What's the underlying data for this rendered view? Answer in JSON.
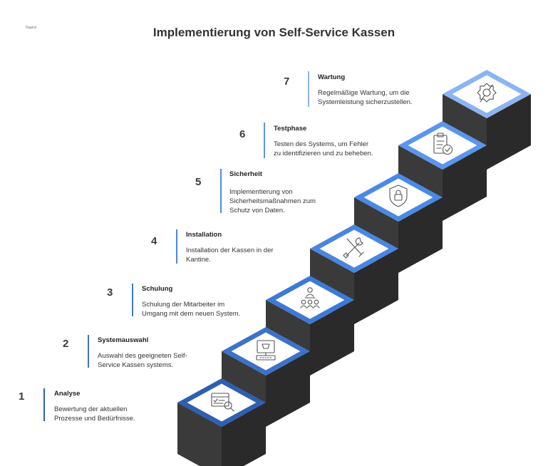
{
  "title": "Implementierung von Self-Service Kassen",
  "logo": "Napkin",
  "steps": [
    {
      "num": "1",
      "title": "Analyse",
      "desc": "Bewertung der aktuellen\nProzesse und Bedürfnisse.",
      "icon": "analysis-icon",
      "color": "#2f5fb0"
    },
    {
      "num": "2",
      "title": "Systemauswahl",
      "desc": "Auswahl des geeigneten Self-\nService Kassen systems.",
      "icon": "pos-terminal-icon",
      "color": "#3d72c8"
    },
    {
      "num": "3",
      "title": "Schulung",
      "desc": "Schulung der Mitarbeiter im\nUmgang mit dem neuen System.",
      "icon": "training-icon",
      "color": "#3d7ad6"
    },
    {
      "num": "4",
      "title": "Installation",
      "desc": "Installation der Kassen in der\nKantine.",
      "icon": "tools-icon",
      "color": "#4a86e0"
    },
    {
      "num": "5",
      "title": "Sicherheit",
      "desc": "Implementierung von\nSicherheitsmaßnahmen zum\nSchutz von Daten.",
      "icon": "shield-lock-icon",
      "color": "#4a8ae6"
    },
    {
      "num": "6",
      "title": "Testphase",
      "desc": "Testen des Systems, um Fehler\nzu identifizieren und zu beheben.",
      "icon": "clipboard-check-icon",
      "color": "#5b95ec"
    },
    {
      "num": "7",
      "title": "Wartung",
      "desc": "Regelmäßige Wartung, um die\nSystemleistung sicherzustellen.",
      "icon": "maintenance-gear-icon",
      "color": "#8cb4f2"
    }
  ]
}
